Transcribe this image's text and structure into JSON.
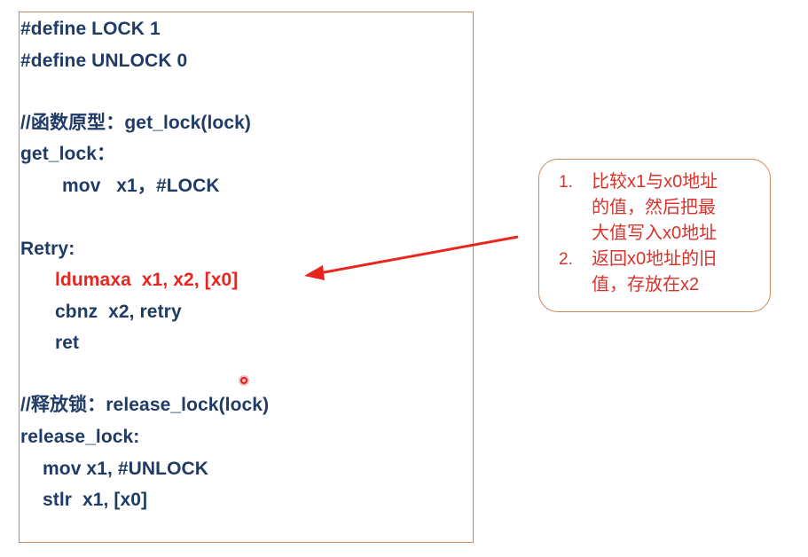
{
  "code": {
    "lines": [
      "#define LOCK 1",
      "#define UNLOCK 0",
      "//函数原型：get_lock(lock)",
      "get_lock：",
      "mov   x1，#LOCK",
      "Retry:",
      "ldumaxa  x1, x2, [x0]",
      "cbnz  x2, retry",
      "ret",
      "//释放锁：release_lock(lock)",
      "release_lock:",
      "mov x1, #UNLOCK",
      "stlr  x1, [x0]"
    ],
    "highlight_color": "#e8251f",
    "text_color": "#1f3b66"
  },
  "note": {
    "items": [
      {
        "number": "1.",
        "lines": [
          "比较x1与x0地址",
          "的值，然后把最",
          "大值写入x0地址"
        ]
      },
      {
        "number": "2.",
        "lines": [
          "返回x0地址的旧",
          "值，存放在x2"
        ]
      }
    ],
    "text_color": "#d8322b",
    "border_color": "#c9875e"
  }
}
